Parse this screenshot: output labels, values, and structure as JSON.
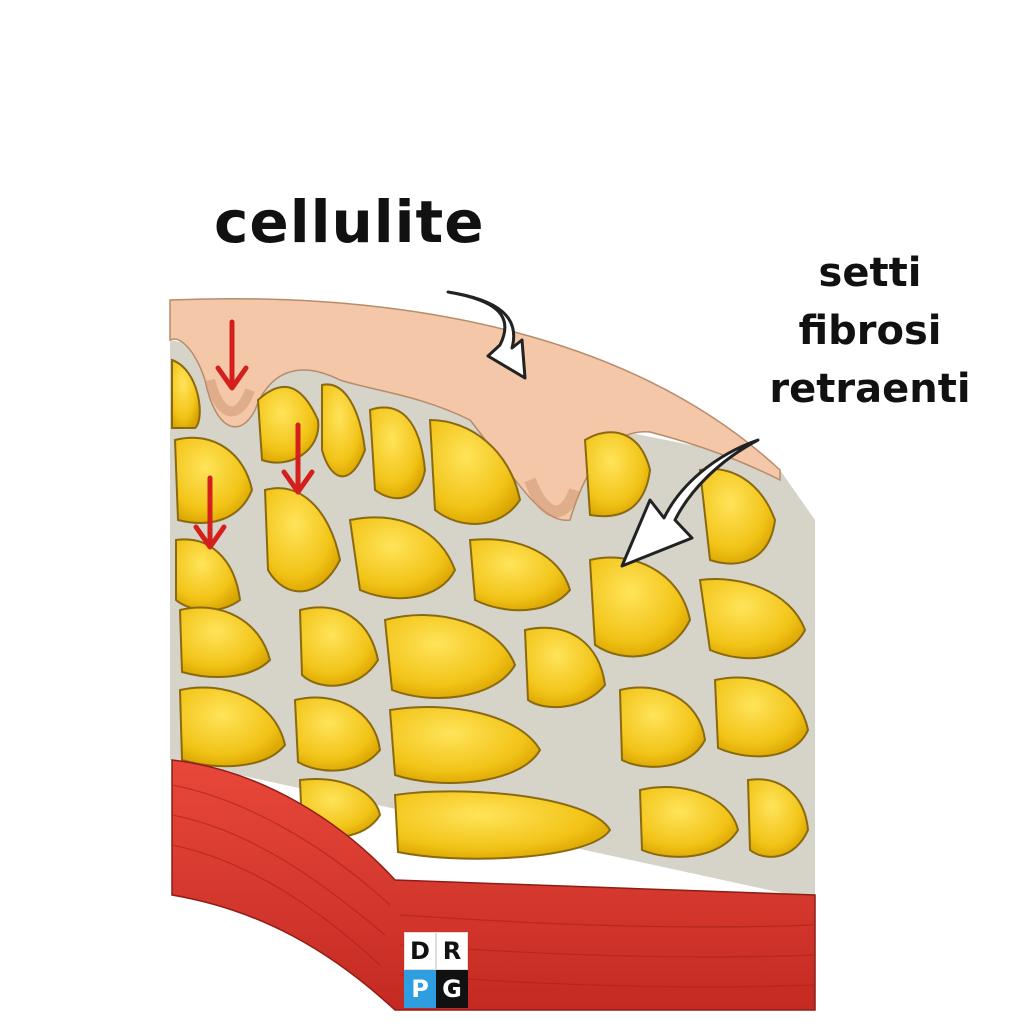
{
  "diagram": {
    "title": "cellulite",
    "annotation_lines": [
      "setti",
      "fibrosi",
      "retraenti"
    ],
    "logo_letters": [
      "D",
      "R",
      "P",
      "G"
    ]
  },
  "colors": {
    "skin": "#f3c7a8",
    "fat": "#f2c418",
    "septa": "#d6d3c9",
    "muscle": "#d8342a",
    "arrow_red": "#d4201c",
    "logo_blue": "#2f9ee0"
  }
}
